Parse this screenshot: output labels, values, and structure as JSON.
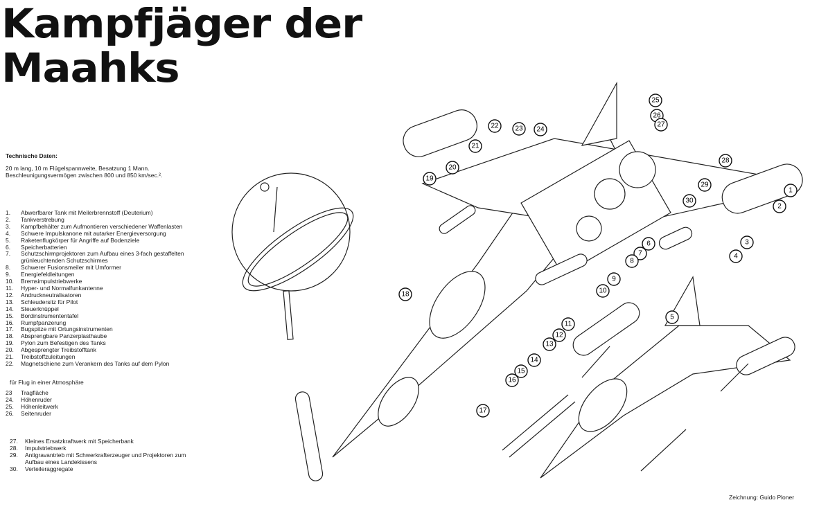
{
  "title": [
    "Kampfjäger der",
    "Maahks"
  ],
  "tech_heading": "Technische Daten:",
  "tech_text": "20 m lang, 10 m Flügelspannweite, Besatzung 1 Mann. Beschleunigungsvermögen zwischen 800 und 850 km/sec.².",
  "parts": [
    {
      "n": "1.",
      "t": "Abwerfbarer Tank mit Meilerbrennstoff (Deuterium)"
    },
    {
      "n": "2.",
      "t": "Tankverstrebung"
    },
    {
      "n": "3.",
      "t": "Kampfbehälter zum Aufmontieren verschiedener Waffenlasten"
    },
    {
      "n": "4.",
      "t": "Schwere Impulskanone mit autarker Energieversorgung"
    },
    {
      "n": "5.",
      "t": "Raketenflugkörper für Angriffe auf Bodenziele"
    },
    {
      "n": "6.",
      "t": "Speicherbatterien"
    },
    {
      "n": "7.",
      "t": "Schutzschirmprojektoren zum Aufbau eines 3-fach gestaffelten grünleuchtenden Schutzschirmes"
    },
    {
      "n": "8.",
      "t": "Schwerer Fusionsmeiler mit Umformer"
    },
    {
      "n": "9.",
      "t": "Energiefeldleitungen"
    },
    {
      "n": "10.",
      "t": "Bremsimpulstriebwerke"
    },
    {
      "n": "11.",
      "t": "Hyper- und Normalfunkantenne"
    },
    {
      "n": "12.",
      "t": "Andruckneutralisatoren"
    },
    {
      "n": "13.",
      "t": "Schleudersitz für Pilot"
    },
    {
      "n": "14.",
      "t": "Steuerknüppel"
    },
    {
      "n": "15.",
      "t": "Bordinstrumententafel"
    },
    {
      "n": "16.",
      "t": "Rumpfpanzerung"
    },
    {
      "n": "17.",
      "t": "Bugspitze mit Ortungsinstrumenten"
    },
    {
      "n": "18.",
      "t": "Absprengbare Panzerplasthaube"
    },
    {
      "n": "19.",
      "t": "Pylon zum Befestigen des Tanks"
    },
    {
      "n": "20.",
      "t": "Abgesprengter Treibstofftank"
    },
    {
      "n": "21.",
      "t": "Treibstoffzuleitungen"
    },
    {
      "n": "22.",
      "t": "Magnetschiene zum Verankern des Tanks auf dem Pylon"
    }
  ],
  "atmo_heading": "für Flug in einer Atmosphäre",
  "atmo_parts": [
    {
      "n": "23",
      "t": "Tragfläche"
    },
    {
      "n": "24.",
      "t": "Höhenruder"
    },
    {
      "n": "25.",
      "t": "Höhenleitwerk"
    },
    {
      "n": "26.",
      "t": "Seitenruder"
    }
  ],
  "extra_parts": [
    {
      "n": "27.",
      "t": "Kleines Ersatzkraftwerk mit Speicherbank"
    },
    {
      "n": "28.",
      "t": "Impulstriebwerk"
    },
    {
      "n": "29.",
      "t": "Antigravantrieb mit Schwerkrafterzeuger und Projektoren zum Aufbau eines Landekissens"
    },
    {
      "n": "30.",
      "t": "Verteileraggregate"
    }
  ],
  "callouts": [
    "1",
    "2",
    "3",
    "4",
    "5",
    "6",
    "7",
    "8",
    "9",
    "10",
    "11",
    "12",
    "13",
    "14",
    "15",
    "16",
    "17",
    "18",
    "19",
    "20",
    "21",
    "22",
    "23",
    "24",
    "25",
    "26",
    "27",
    "28",
    "29",
    "30"
  ],
  "credit": "Zeichnung: Guido Ploner"
}
